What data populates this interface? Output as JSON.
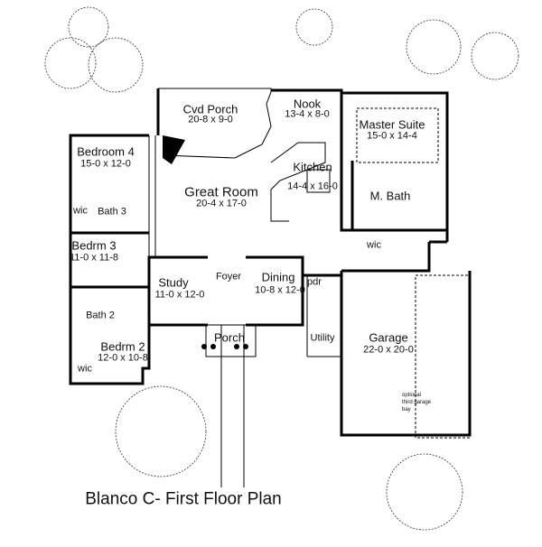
{
  "title": "Blanco C- First Floor Plan",
  "rooms": {
    "cvd_porch": {
      "name": "Cvd Porch",
      "dims": "20-8 x 9-0"
    },
    "nook": {
      "name": "Nook",
      "dims": "13-4 x 8-0"
    },
    "master_suite": {
      "name": "Master Suite",
      "dims": "15-0 x 14-4"
    },
    "bedroom4": {
      "name": "Bedroom 4",
      "dims": "15-0 x 12-0"
    },
    "kitchen": {
      "name": "Kitchen",
      "dims": "14-4 x 16-0"
    },
    "great_room": {
      "name": "Great Room",
      "dims": "20-4 x 17-0"
    },
    "wic1": {
      "name": "wic"
    },
    "bath3": {
      "name": "Bath 3"
    },
    "m_bath": {
      "name": "M. Bath"
    },
    "bedrm3": {
      "name": "Bedrm 3",
      "dims": "11-0 x 11-8"
    },
    "wic2": {
      "name": "wic"
    },
    "study": {
      "name": "Study",
      "dims": "11-0 x 12-0"
    },
    "foyer": {
      "name": "Foyer"
    },
    "dining": {
      "name": "Dining",
      "dims": "10-8 x 12-0"
    },
    "pdr": {
      "name": "pdr"
    },
    "bath2": {
      "name": "Bath 2"
    },
    "porch": {
      "name": "Porch"
    },
    "utility": {
      "name": "Utility"
    },
    "garage": {
      "name": "Garage",
      "dims": "22-0 x 20-0"
    },
    "bedrm2": {
      "name": "Bedrm 2",
      "dims": "12-0 x 10-8"
    },
    "wic3": {
      "name": "wic"
    },
    "optional_bay": {
      "line1": "optional",
      "line2": "third garage",
      "line3": "bay"
    }
  }
}
